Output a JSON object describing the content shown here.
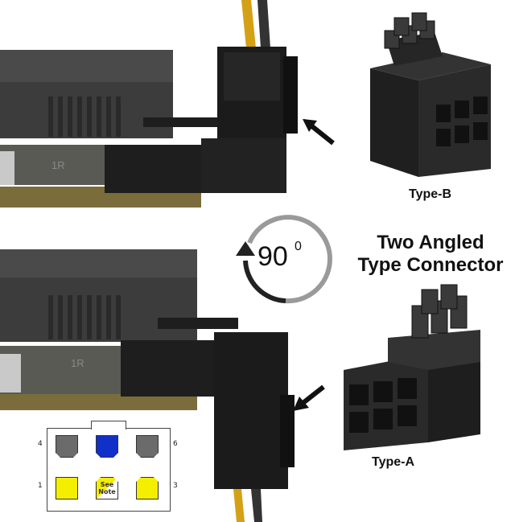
{
  "rotation": {
    "angle": "90",
    "unit": "0"
  },
  "headline": {
    "line1": "Two Angled",
    "line2": "Type Connector"
  },
  "labels": {
    "type_b": "Type-B",
    "type_a": "Type-A"
  },
  "board_marking": "1R",
  "pinout": {
    "top_row": [
      {
        "num": "4",
        "color": "#6b6b6b"
      },
      {
        "num": "",
        "color": "#1030c8"
      },
      {
        "num": "6",
        "color": "#6b6b6b"
      }
    ],
    "bottom_row": [
      {
        "num": "1",
        "color": "#f4ee00"
      },
      {
        "num": "",
        "color": "#f4ee00",
        "note": "See Note"
      },
      {
        "num": "3",
        "color": "#f4ee00"
      }
    ]
  },
  "colors": {
    "connector": "#1b1b1b",
    "heatsink": "#3a3a3a",
    "pcb": "#7a6a3a",
    "cable_yellow": "#d49a10"
  }
}
